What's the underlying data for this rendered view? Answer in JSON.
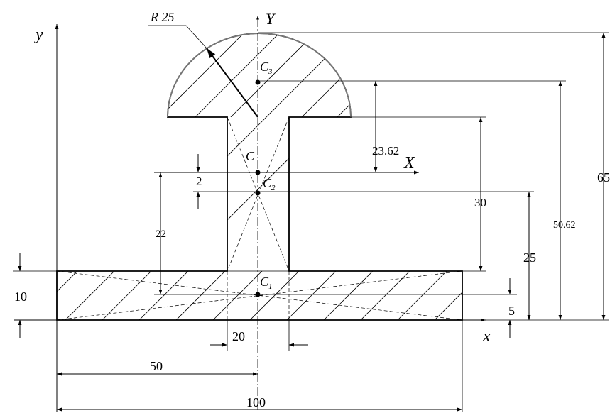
{
  "labels": {
    "y_axis": "y",
    "Y_axis": "Y",
    "x_axis": "x",
    "X_axis": "X",
    "radius": "R 25",
    "c": "C",
    "c_sub": "",
    "c1": "C",
    "c1_sub": "1",
    "c2": "C",
    "c2_sub": "2",
    "c3": "C",
    "c3_sub": "3"
  },
  "dimensions": {
    "d23_62": "23.62",
    "d2": "2",
    "d22": "22",
    "d30": "30",
    "d25": "25",
    "d50_62": "50.62",
    "d65": "65",
    "d10": "10",
    "d5": "5",
    "d20": "20",
    "d50": "50",
    "d100": "100"
  }
}
